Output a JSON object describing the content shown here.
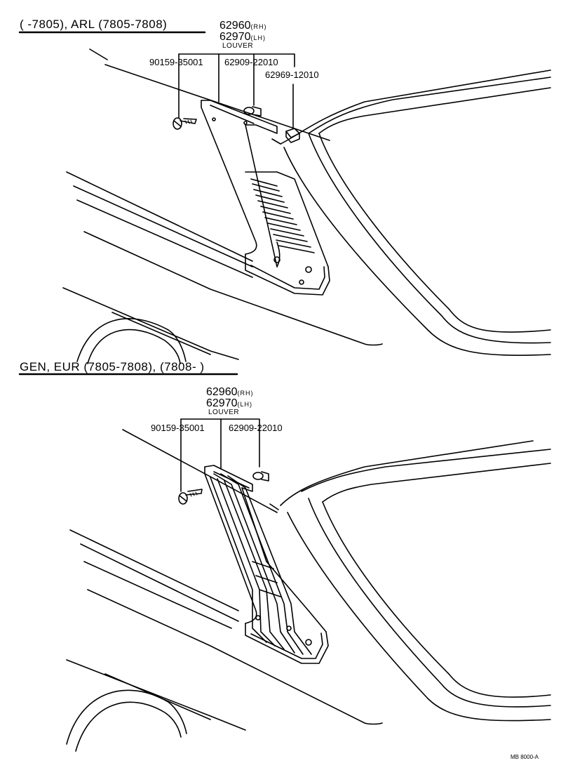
{
  "top": {
    "header": "(      -7805), ARL (7805-7808)",
    "part_rh": "62960",
    "part_rh_suffix": "(RH)",
    "part_lh": "62970",
    "part_lh_suffix": "(LH)",
    "caption": "LOUVER",
    "screw": "90159-35001",
    "clip": "62909-22010",
    "clip2": "62969-12010"
  },
  "bottom": {
    "header": "GEN, EUR (7805-7808), (7808-       )",
    "part_rh": "62960",
    "part_rh_suffix": "(RH)",
    "part_lh": "62970",
    "part_lh_suffix": "(LH)",
    "caption": "LOUVER",
    "screw": "90159-35001",
    "clip": "62909-22010"
  },
  "footer": {
    "code": "MB 8000-A"
  }
}
